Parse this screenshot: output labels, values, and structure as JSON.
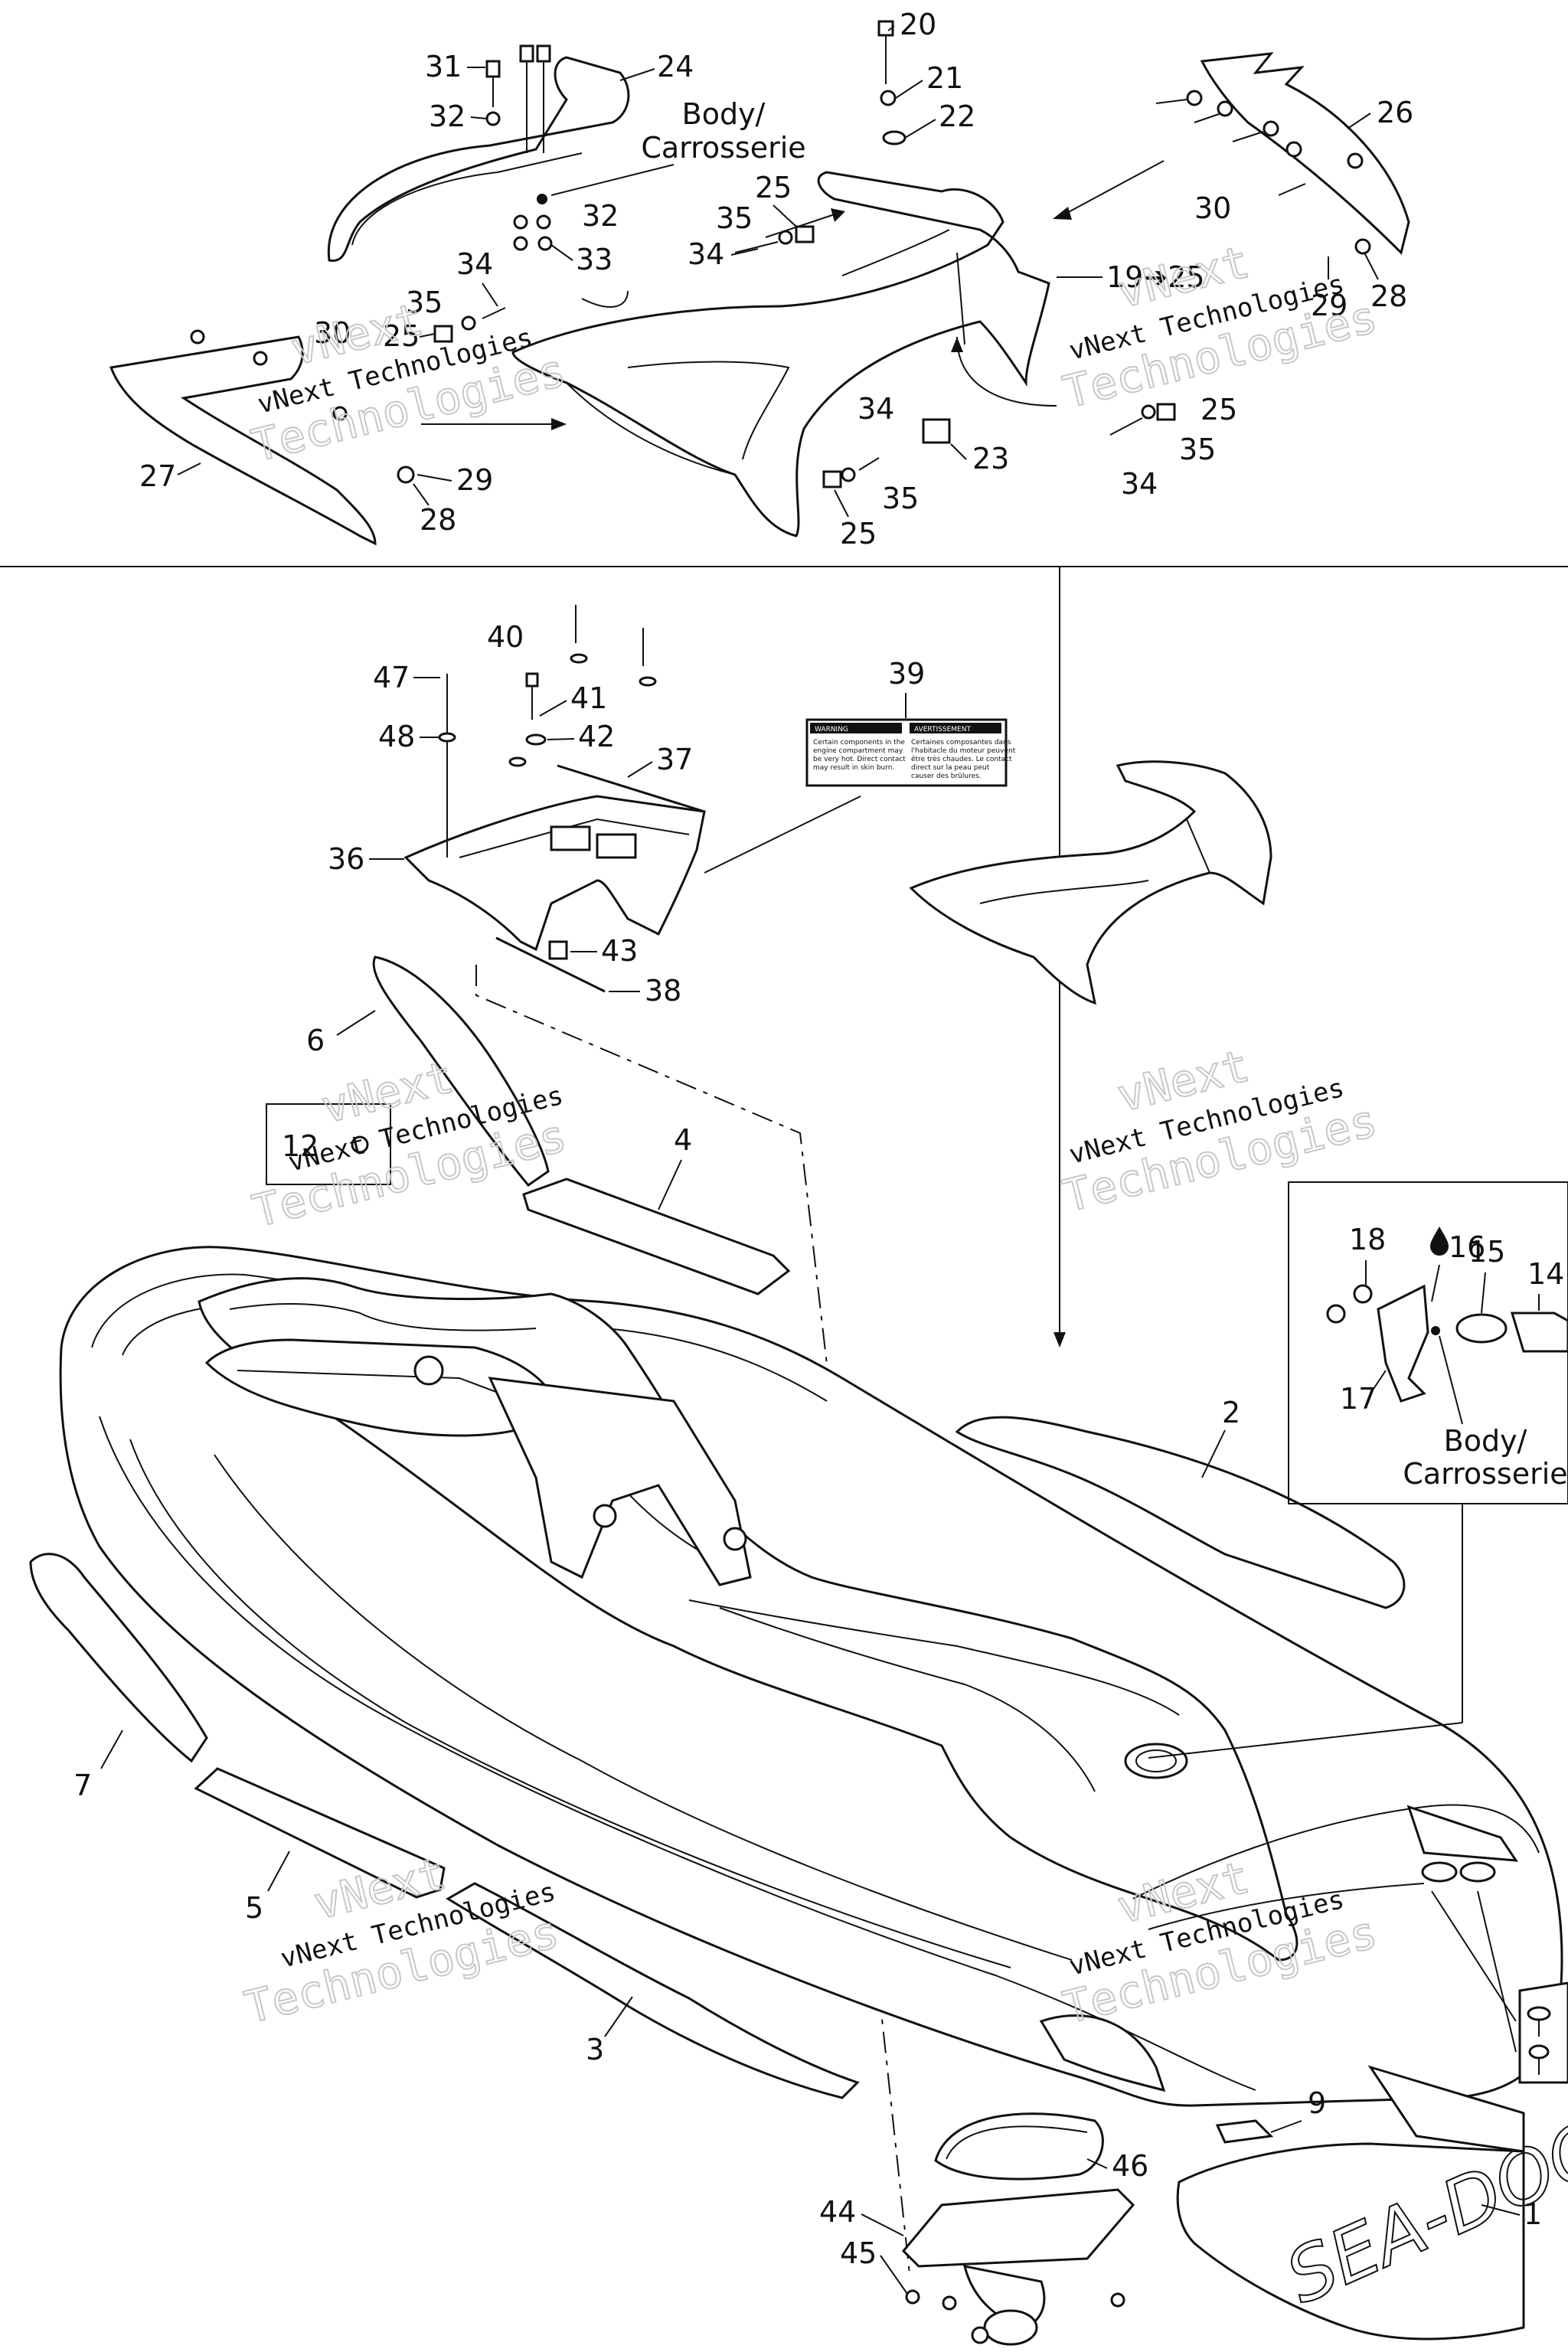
{
  "diagram": {
    "body_note_top": [
      "Body/",
      "Carrosserie"
    ],
    "body_note_inset": [
      "Body/",
      "Carrosserie"
    ],
    "watermarks": [
      {
        "line1": "vNext",
        "line2": "vNext Technologies",
        "line3": "Technologies"
      },
      {
        "line1": "vNext",
        "line2": "vNext Technologies",
        "line3": "Technologies"
      },
      {
        "line1": "vNext",
        "line2": "vNext Technologies",
        "line3": "Technologies"
      },
      {
        "line1": "vNext",
        "line2": "vNext Technologies",
        "line3": "Technologies"
      },
      {
        "line1": "vNext",
        "line2": "vNext Technologies",
        "line3": "Technologies"
      },
      {
        "line1": "vNext",
        "line2": "vNext Technologies",
        "line3": "Technologies"
      }
    ],
    "callouts": {
      "c1": "1",
      "c2": "2",
      "c3": "3",
      "c4": "4",
      "c5": "5",
      "c6": "6",
      "c7": "7",
      "c9": "9",
      "c12": "12",
      "c14": "14",
      "c15": "15",
      "c16": "16",
      "c17": "17",
      "c18": "18",
      "c19": "19➔25",
      "c20": "20",
      "c21": "21",
      "c22": "22",
      "c23": "23",
      "c24": "24",
      "c25a": "25",
      "c25b": "25",
      "c25c": "25",
      "c25d": "25",
      "c26": "26",
      "c27": "27",
      "c28a": "28",
      "c28b": "28",
      "c29a": "29",
      "c29b": "29",
      "c30a": "30",
      "c30b": "30",
      "c31": "31",
      "c32a": "32",
      "c32b": "32",
      "c33": "33",
      "c34a": "34",
      "c34b": "34",
      "c34c": "34",
      "c34d": "34",
      "c35a": "35",
      "c35b": "35",
      "c35c": "35",
      "c35d": "35",
      "c36": "36",
      "c37": "37",
      "c38": "38",
      "c39": "39",
      "c40": "40",
      "c41": "41",
      "c42": "42",
      "c43": "43",
      "c44": "44",
      "c45": "45",
      "c46": "46",
      "c47": "47",
      "c48": "48"
    },
    "warning_label": {
      "left_title": "WARNING",
      "right_title": "AVERTISSEMENT",
      "left_lines": [
        "Certain components in the",
        "engine compartment may",
        "be very hot. Direct contact",
        "may result in skin burn."
      ],
      "right_lines": [
        "Certaines composantes dans",
        "l'habitacle du moteur peuvent",
        "être très chaudes. Le contact",
        "direct sur la peau peut",
        "causer des brûlures."
      ]
    },
    "brand_text": "SEA-DOO"
  }
}
